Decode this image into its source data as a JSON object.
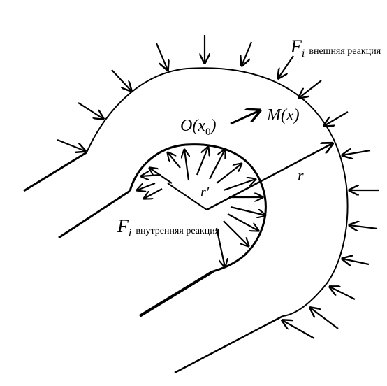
{
  "labels": {
    "outer_F": "F",
    "outer_sub": "i",
    "outer_text": "внешняя реакция",
    "inner_F": "F",
    "inner_sub": "i",
    "inner_text": "внутренняя реакция",
    "O_main": "O(x",
    "O_sub": "0",
    "O_close": ")",
    "M": "M(x)",
    "r": "r",
    "r_prime": "r′"
  },
  "colors": {
    "stroke": "#000000",
    "background": "#ffffff"
  }
}
